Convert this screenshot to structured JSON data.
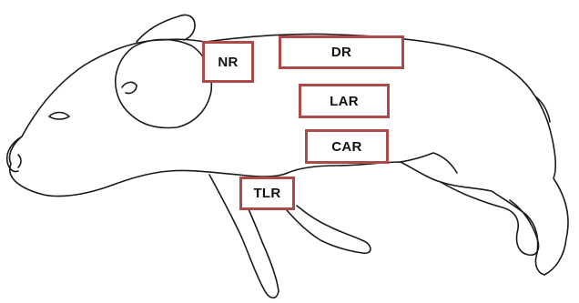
{
  "figure": {
    "subject": "pig-outline-illustration",
    "colors": {
      "box_border": "#b04a4a",
      "outline_stroke": "#1a1a1a",
      "label_text": "#111111",
      "background": "#ffffff"
    },
    "regions": [
      {
        "id": "nr",
        "label": "NR"
      },
      {
        "id": "dr",
        "label": "DR"
      },
      {
        "id": "lar",
        "label": "LAR"
      },
      {
        "id": "car",
        "label": "CAR"
      },
      {
        "id": "tlr",
        "label": "TLR"
      }
    ]
  }
}
